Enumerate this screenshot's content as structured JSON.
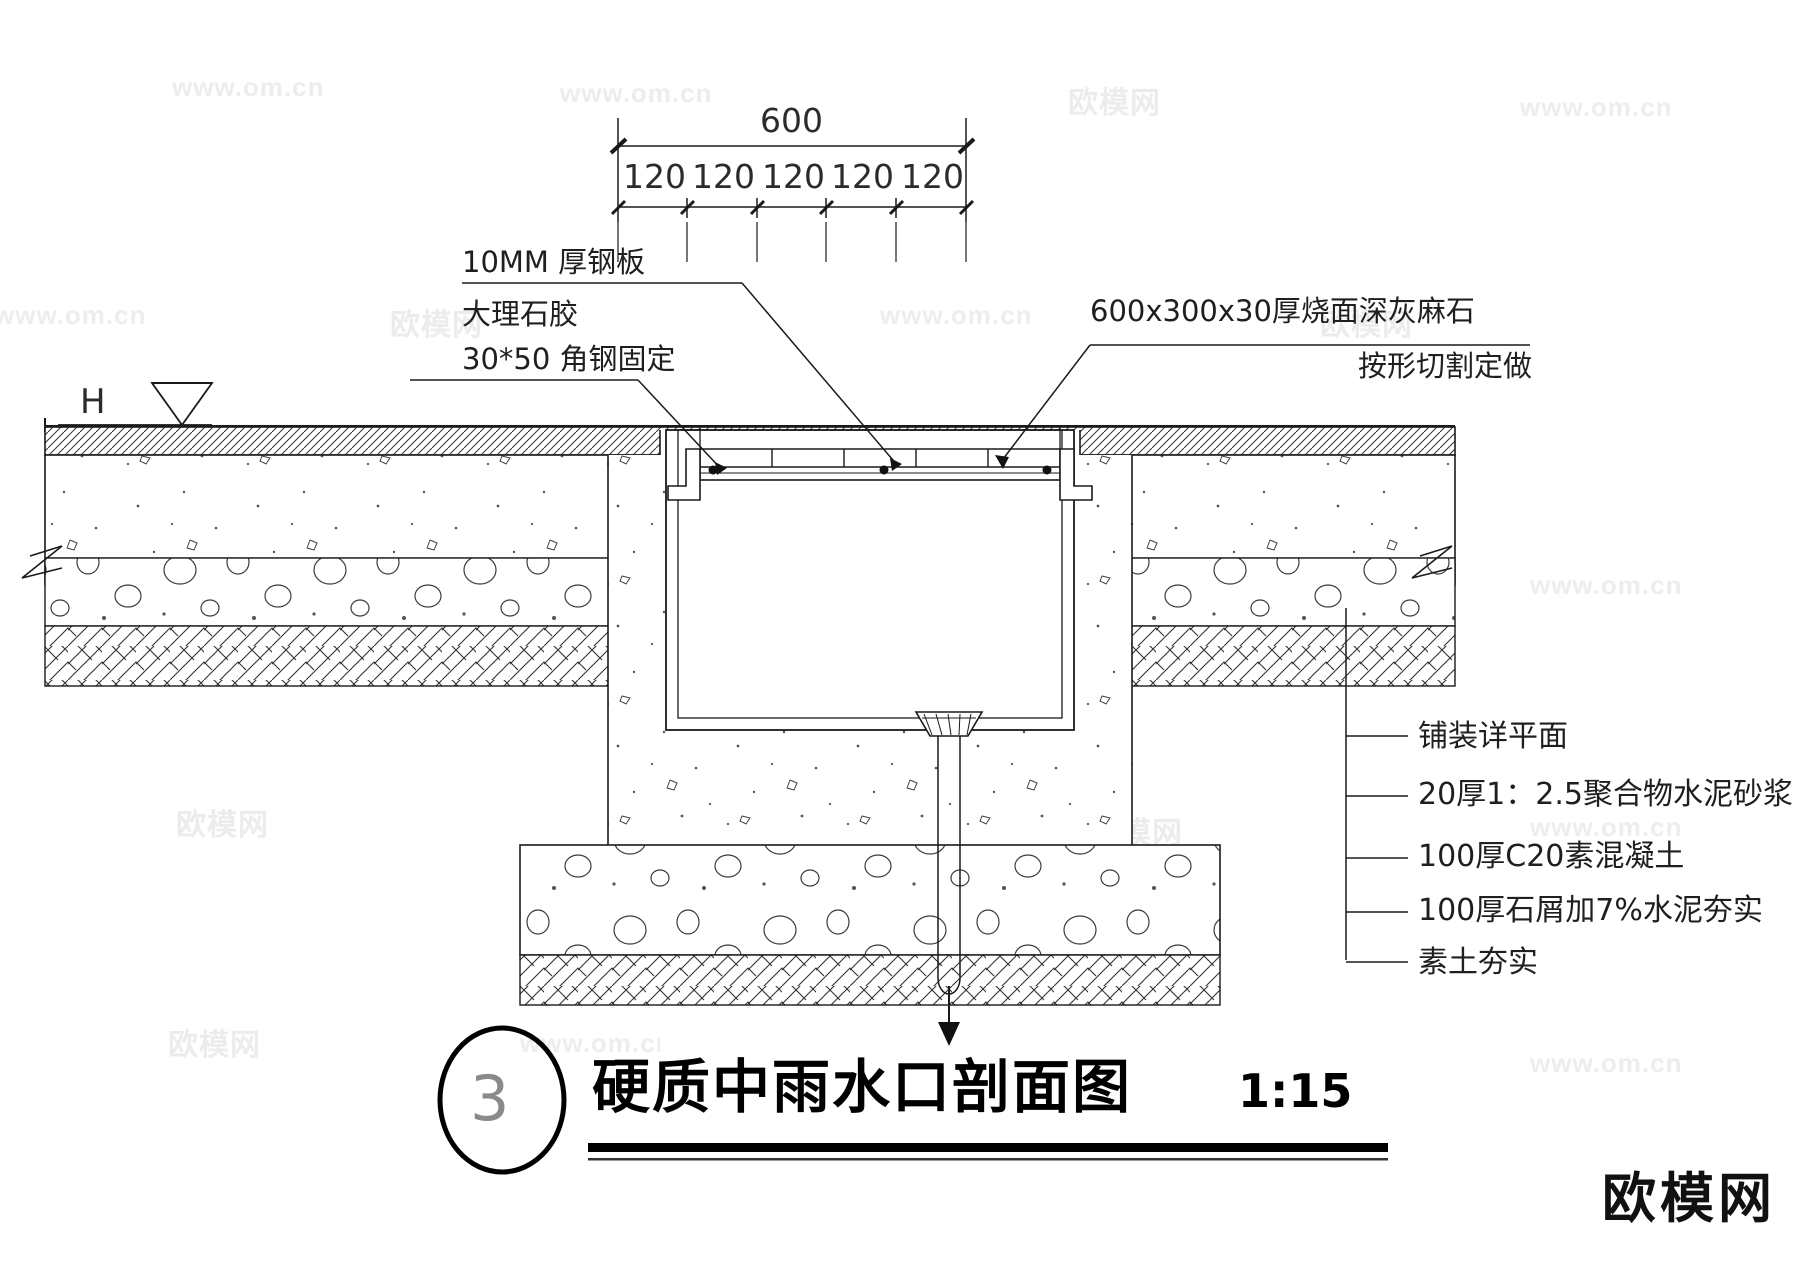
{
  "drawing": {
    "title_number": "3",
    "title_text": "硬质中雨水口剖面图",
    "title_scale": "1:15",
    "elevation_mark": "H"
  },
  "dimensions": {
    "overall": "600",
    "segments": [
      "120",
      "120",
      "120",
      "120",
      "120"
    ]
  },
  "callouts_left": [
    {
      "text": "10MM 厚钢板"
    },
    {
      "text": "大理石胶"
    },
    {
      "text": "30*50 角钢固定"
    }
  ],
  "callouts_right": [
    {
      "text": "600x300x30厚烧面深灰麻石"
    },
    {
      "text": "按形切割定做"
    }
  ],
  "legend": {
    "items": [
      {
        "text": "铺装详平面"
      },
      {
        "text": "20厚1：2.5聚合物水泥砂浆"
      },
      {
        "text": "100厚C20素混凝土"
      },
      {
        "text": "100厚石屑加7%水泥夯实"
      },
      {
        "text": "素土夯实"
      }
    ]
  },
  "watermarks": {
    "english": "www.om.cn",
    "chinese": "欧模网",
    "brand": "欧模网"
  },
  "colors": {
    "line": "#1a1a1a",
    "hatch": "#3a3a3a",
    "watermark": "#ececec",
    "title": "#000000"
  }
}
